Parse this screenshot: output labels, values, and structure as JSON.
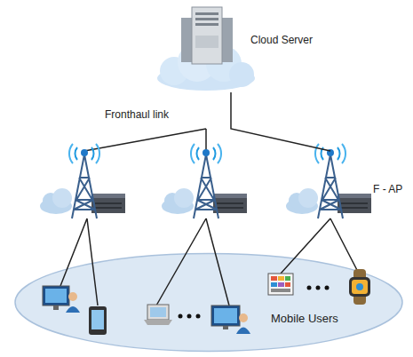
{
  "diagram": {
    "nodes": [
      {
        "text": [
          "Cloud Server"
        ]
      },
      {
        "text": [
          "F - AP"
        ]
      },
      {
        "text": [
          "Mobile Users"
        ]
      }
    ],
    "edges": [
      {
        "from": 0,
        "to": 1,
        "arrow": "none"
      }
    ],
    "labels": [
      "Fronthaul link"
    ]
  }
}
